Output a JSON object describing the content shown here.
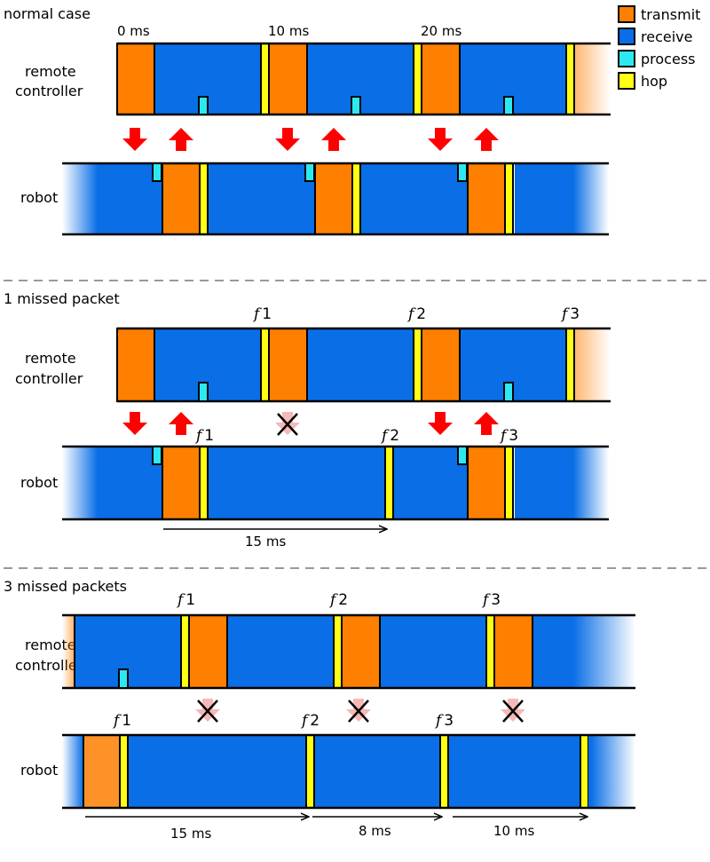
{
  "legend": {
    "transmit": "transmit",
    "receive": "receive",
    "process": "process",
    "hop": "hop"
  },
  "colors": {
    "transmit": "#ff7f00",
    "receive": "#0a6ee6",
    "process": "#2de8f0",
    "hop": "#ffff14",
    "arrow": "#ff0000",
    "lost": "#f6b8b8",
    "dashed": "#999999"
  },
  "sections": {
    "normal": {
      "title": "normal case",
      "remote_label_1": "remote",
      "remote_label_2": "controller",
      "robot_label": "robot",
      "time_labels": [
        "0 ms",
        "10 ms",
        "20 ms"
      ]
    },
    "missed1": {
      "title": "1 missed packet",
      "remote_label_1": "remote",
      "remote_label_2": "controller",
      "robot_label": "robot",
      "freq_labels": [
        "f",
        "f",
        "f",
        "f",
        "f",
        "f"
      ],
      "freq_subs": [
        "1",
        "2",
        "3",
        "1",
        "2",
        "3"
      ],
      "interval": "15 ms"
    },
    "missed3": {
      "title": "3 missed packets",
      "remote_label_1": "remote",
      "remote_label_2": "controller",
      "robot_label": "robot",
      "freq_labels": [
        "f",
        "f",
        "f",
        "f",
        "f",
        "f"
      ],
      "freq_subs": [
        "1",
        "2",
        "3",
        "1",
        "2",
        "3"
      ],
      "intervals": [
        "15 ms",
        "8 ms",
        "10 ms"
      ]
    }
  }
}
